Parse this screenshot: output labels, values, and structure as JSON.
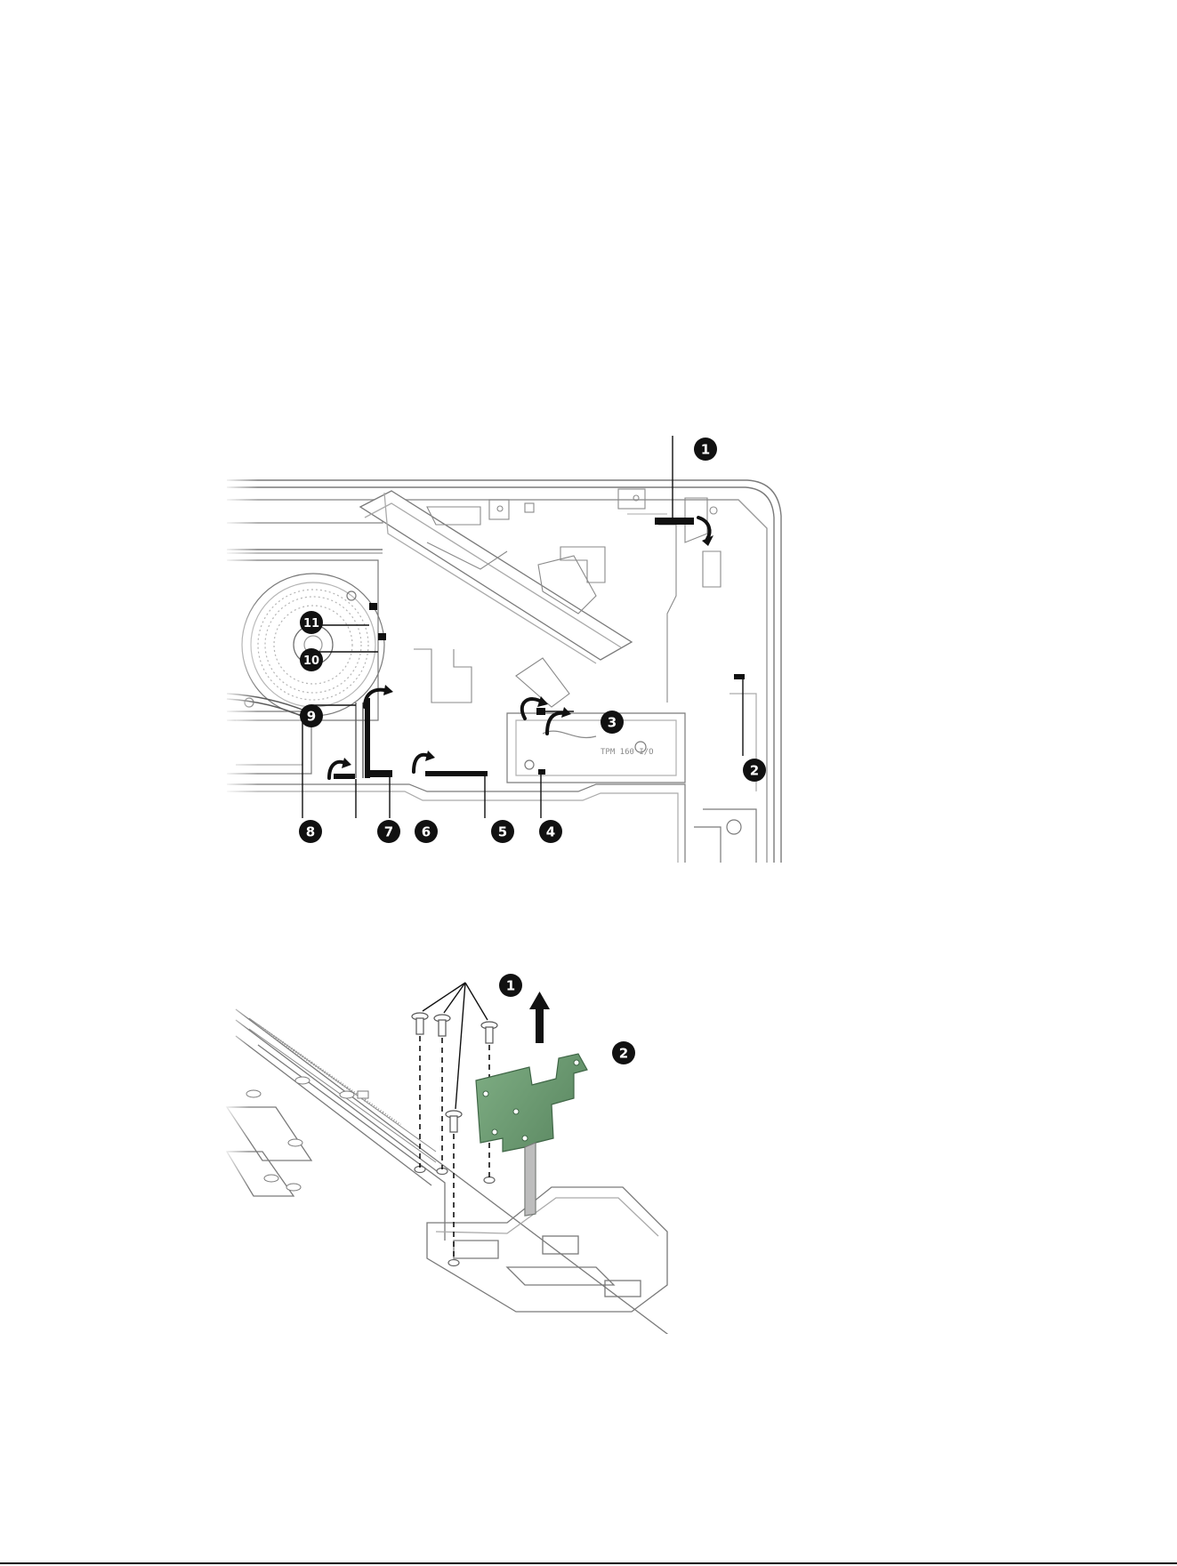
{
  "figure1": {
    "callouts": [
      "1",
      "2",
      "3",
      "4",
      "5",
      "6",
      "7",
      "8",
      "9",
      "10",
      "11"
    ],
    "board_text": "TPM 160 I/O"
  },
  "figure2": {
    "callouts": [
      "1",
      "2"
    ]
  },
  "colors": {
    "callout": "#111111",
    "bracket": "#5e8e64",
    "line": "#6e6e6e",
    "fill": "#f4f4f4"
  }
}
